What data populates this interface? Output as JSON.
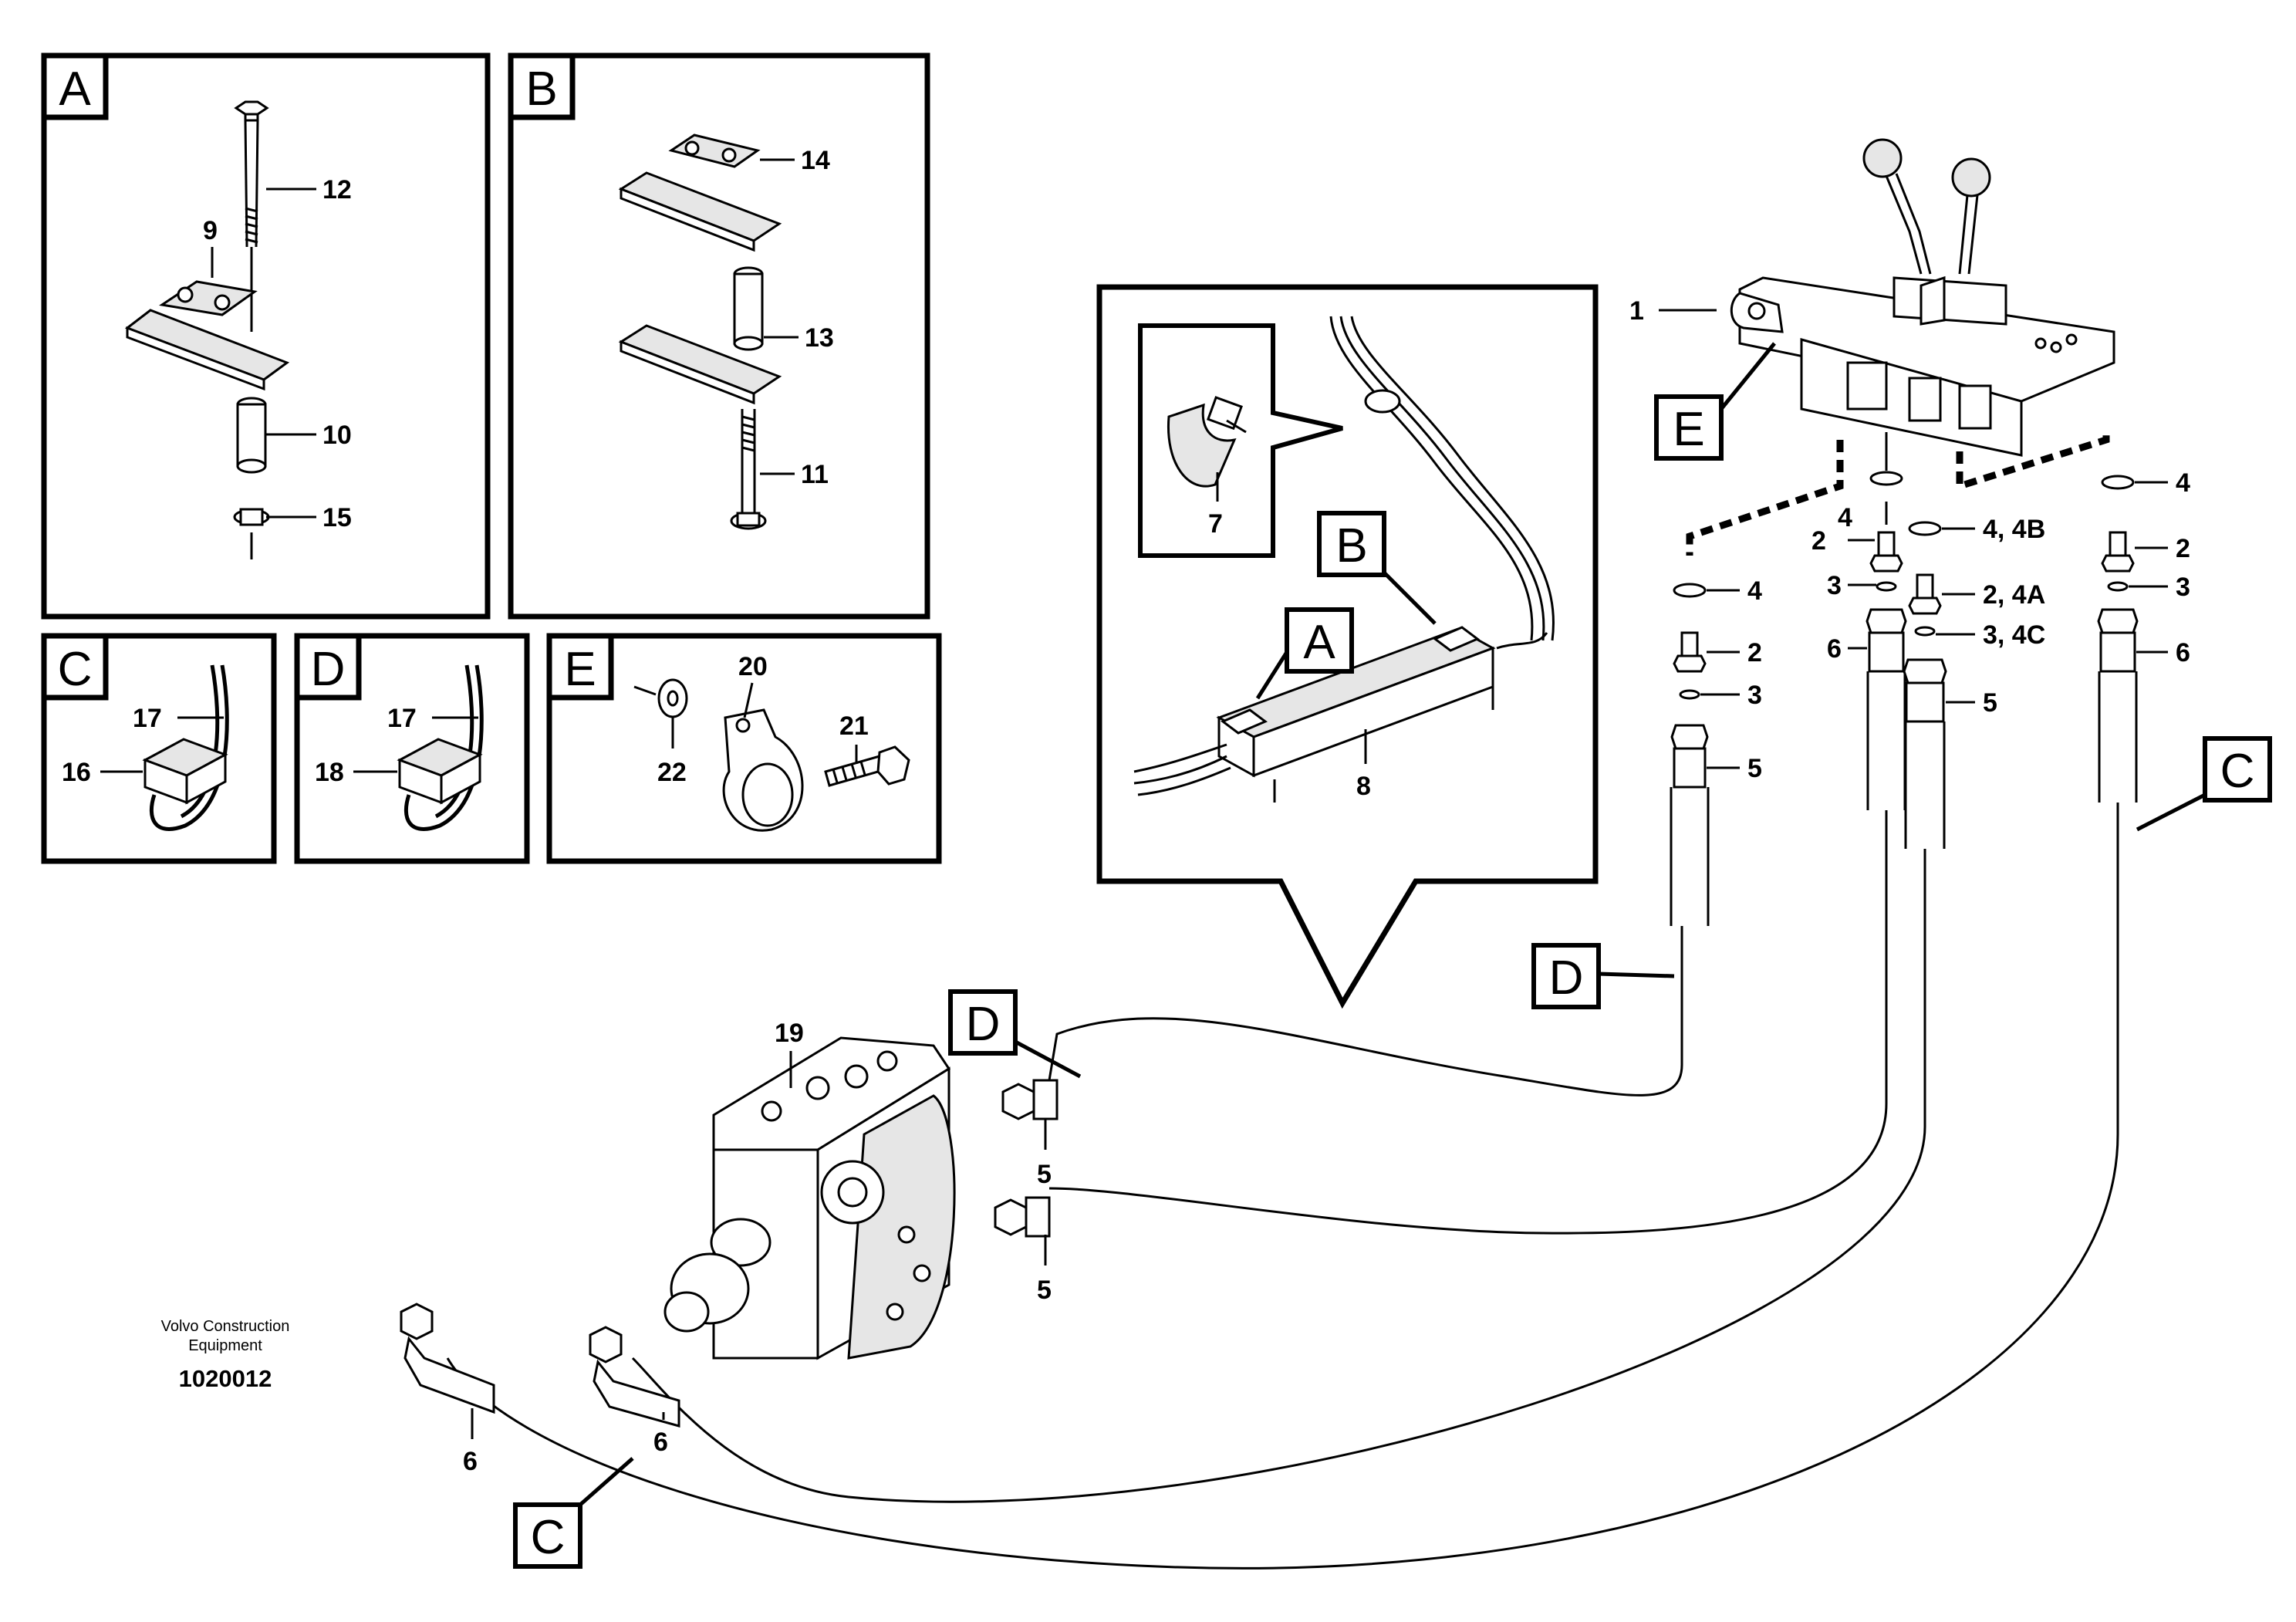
{
  "detail_letters": {
    "a": "A",
    "b": "B",
    "c": "C",
    "d": "D",
    "e": "E"
  },
  "callouts": {
    "n1": "1",
    "n2": "2",
    "n2_4a": "2, 4A",
    "n3": "3",
    "n3_4c": "3, 4C",
    "n4": "4",
    "n4_4b": "4, 4B",
    "n5": "5",
    "n6": "6",
    "n7": "7",
    "n8": "8",
    "n9": "9",
    "n10": "10",
    "n11": "11",
    "n12": "12",
    "n13": "13",
    "n14": "14",
    "n15": "15",
    "n16": "16",
    "n17": "17",
    "n18": "18",
    "n19": "19",
    "n20": "20",
    "n21": "21",
    "n22": "22"
  },
  "credit": {
    "line1": "Volvo Construction",
    "line2": "Equipment"
  },
  "document_number": "1020012"
}
